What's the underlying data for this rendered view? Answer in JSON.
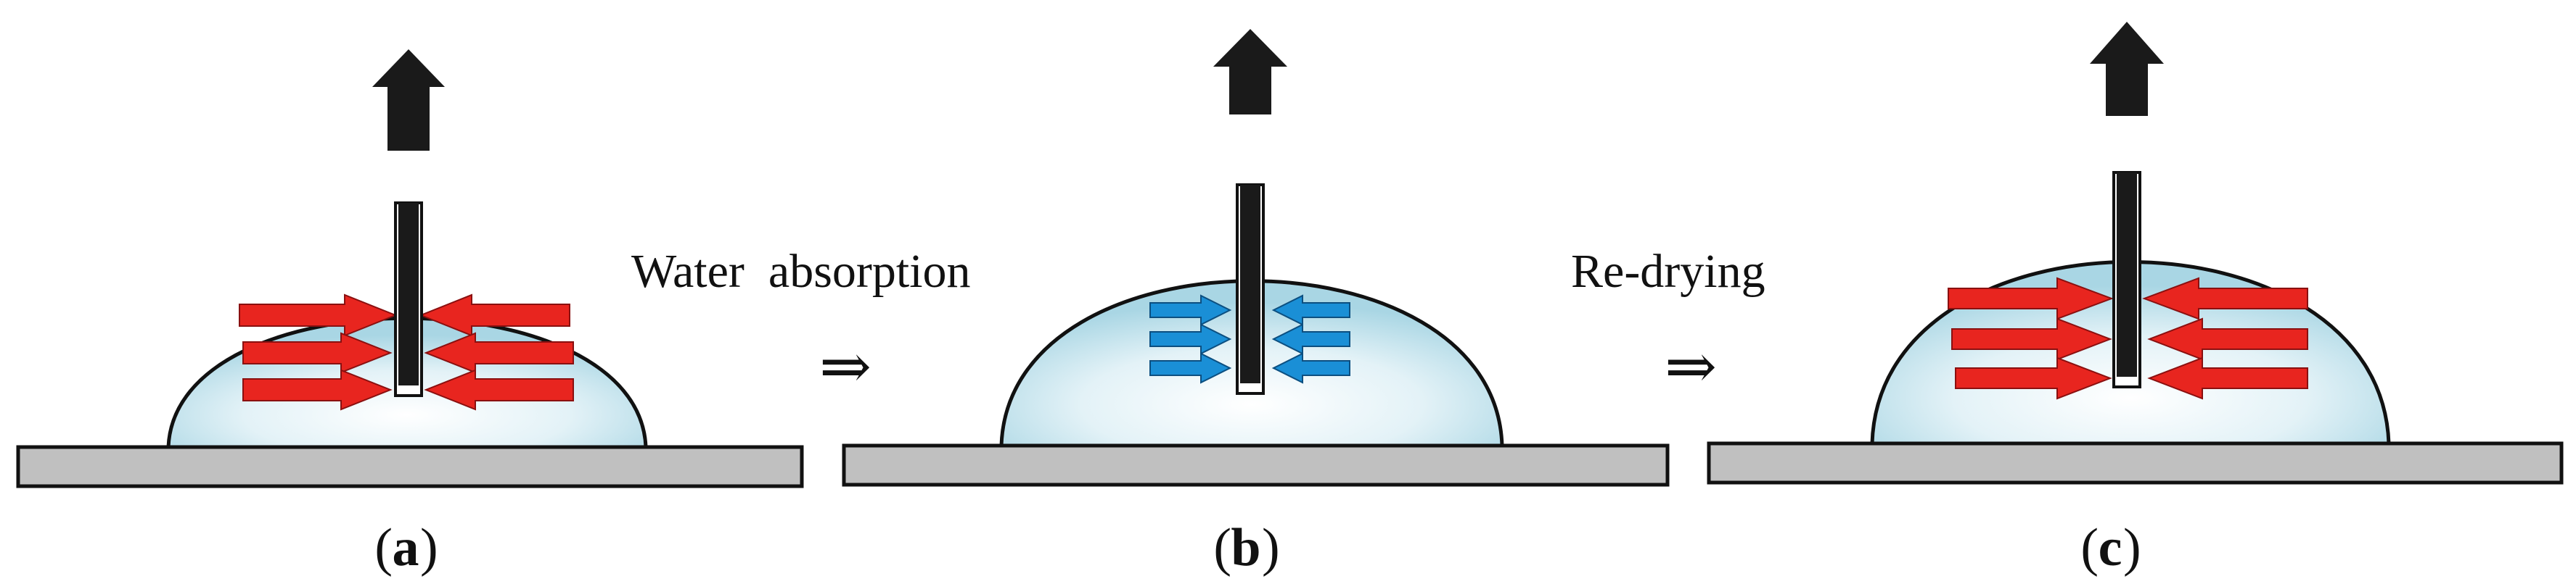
{
  "panels": [
    {
      "paren_open": "(",
      "letter": "a",
      "paren_close": ")",
      "force_arrow_color": "#e8251f"
    },
    {
      "paren_open": "(",
      "letter": "b",
      "paren_close": ")",
      "force_arrow_color": "#1a8fd6"
    },
    {
      "paren_open": "(",
      "letter": "c",
      "paren_close": ")",
      "force_arrow_color": "#e8251f"
    }
  ],
  "transitions": [
    {
      "label": "Water  absorption",
      "symbol": "⇒"
    },
    {
      "label": "Re-drying",
      "symbol": "⇒"
    }
  ],
  "colors": {
    "substrate": "#c0c0c0",
    "droplet_edge": "#bfe0ea",
    "droplet_center": "#ffffff",
    "fiber": "#1a1a1a",
    "lift_arrow": "#1a1a1a",
    "outline": "#111111"
  }
}
